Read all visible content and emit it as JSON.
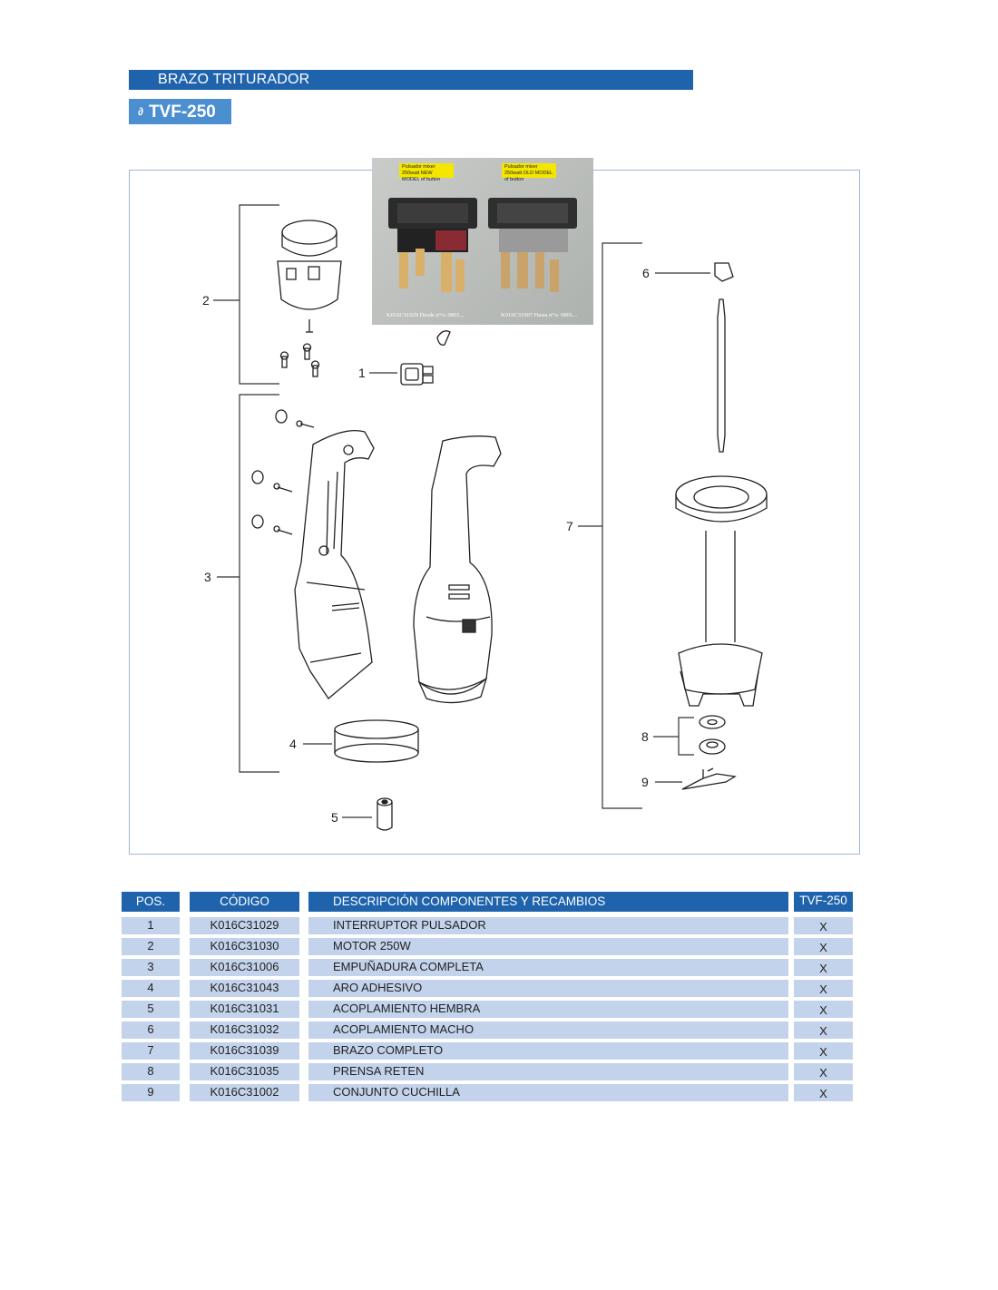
{
  "header": {
    "section_title": "BRAZO TRITURADOR",
    "model": "TVF-250"
  },
  "photo": {
    "new_tag": "Pulsador mixer 250watt NEW MODEL of button",
    "old_tag": "Pulsador mixer 250watt OLD MODEL of button",
    "new_caption": "K016C31029 Desde nº/s: 0801...",
    "old_caption": "K016C31007 Hasta nº/s: 0801..."
  },
  "callouts": [
    "1",
    "2",
    "3",
    "4",
    "5",
    "6",
    "7",
    "8",
    "9"
  ],
  "table": {
    "headers": {
      "pos": "POS.",
      "code": "CÓDIGO",
      "description": "DESCRIPCIÓN COMPONENTES Y RECAMBIOS",
      "model": "TVF-250"
    },
    "rows": [
      {
        "pos": "1",
        "code": "K016C31029",
        "description": "INTERRUPTOR PULSADOR",
        "mark": "X"
      },
      {
        "pos": "2",
        "code": "K016C31030",
        "description": "MOTOR 250W",
        "mark": "X"
      },
      {
        "pos": "3",
        "code": "K016C31006",
        "description": "EMPUÑADURA COMPLETA",
        "mark": "X"
      },
      {
        "pos": "4",
        "code": "K016C31043",
        "description": "ARO ADHESIVO",
        "mark": "X"
      },
      {
        "pos": "5",
        "code": "K016C31031",
        "description": "ACOPLAMIENTO HEMBRA",
        "mark": "X"
      },
      {
        "pos": "6",
        "code": "K016C31032",
        "description": "ACOPLAMIENTO MACHO",
        "mark": "X"
      },
      {
        "pos": "7",
        "code": "K016C31039",
        "description": "BRAZO COMPLETO",
        "mark": "X"
      },
      {
        "pos": "8",
        "code": "K016C31035",
        "description": "PRENSA RETEN",
        "mark": "X"
      },
      {
        "pos": "9",
        "code": "K016C31002",
        "description": "CONJUNTO CUCHILLA",
        "mark": "X"
      }
    ]
  }
}
